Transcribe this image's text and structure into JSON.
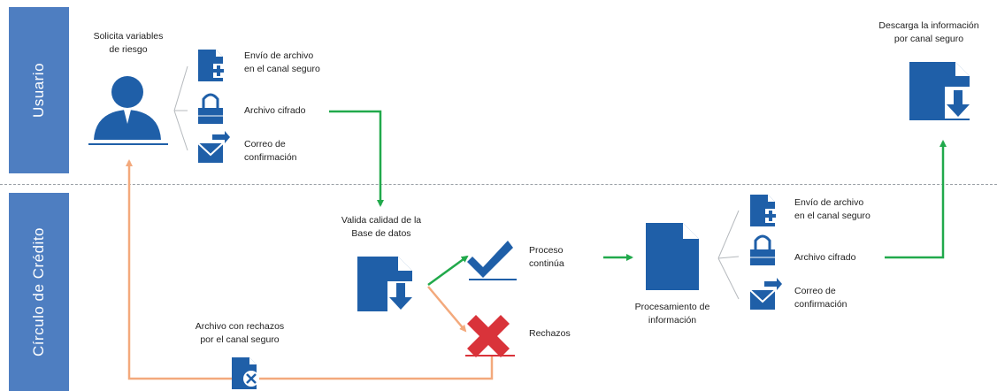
{
  "lanes": {
    "usuario": "Usuario",
    "circulo": "Círculo de Crédito"
  },
  "usuario_section": {
    "solicita_line1": "Solicita variables",
    "solicita_line2": "de riesgo",
    "envio_line1": "Envío de archivo",
    "envio_line2": "en el canal seguro",
    "archivo_cifrado": "Archivo cifrado",
    "correo_line1": "Correo de",
    "correo_line2": "confirmación",
    "descarga_line1": "Descarga la información",
    "descarga_line2": "por canal seguro"
  },
  "circulo_section": {
    "valida_line1": "Valida calidad de la",
    "valida_line2": "Base de datos",
    "proceso_line1": "Proceso",
    "proceso_line2": "continúa",
    "rechazos": "Rechazos",
    "rechazo_archivo_line1": "Archivo con rechazos",
    "rechazo_archivo_line2": "por el canal seguro",
    "procesamiento_line1": "Procesamiento de",
    "procesamiento_line2": "información",
    "envio_line1": "Envío de archivo",
    "envio_line2": "en el canal seguro",
    "archivo_cifrado": "Archivo cifrado",
    "correo_line1": "Correo de",
    "correo_line2": "confirmación"
  },
  "colors": {
    "lane": "#4e7ec1",
    "icon": "#1f5fa8",
    "green_arrow": "#21a94b",
    "orange_arrow": "#f3a97c",
    "reject": "#d9333a"
  }
}
